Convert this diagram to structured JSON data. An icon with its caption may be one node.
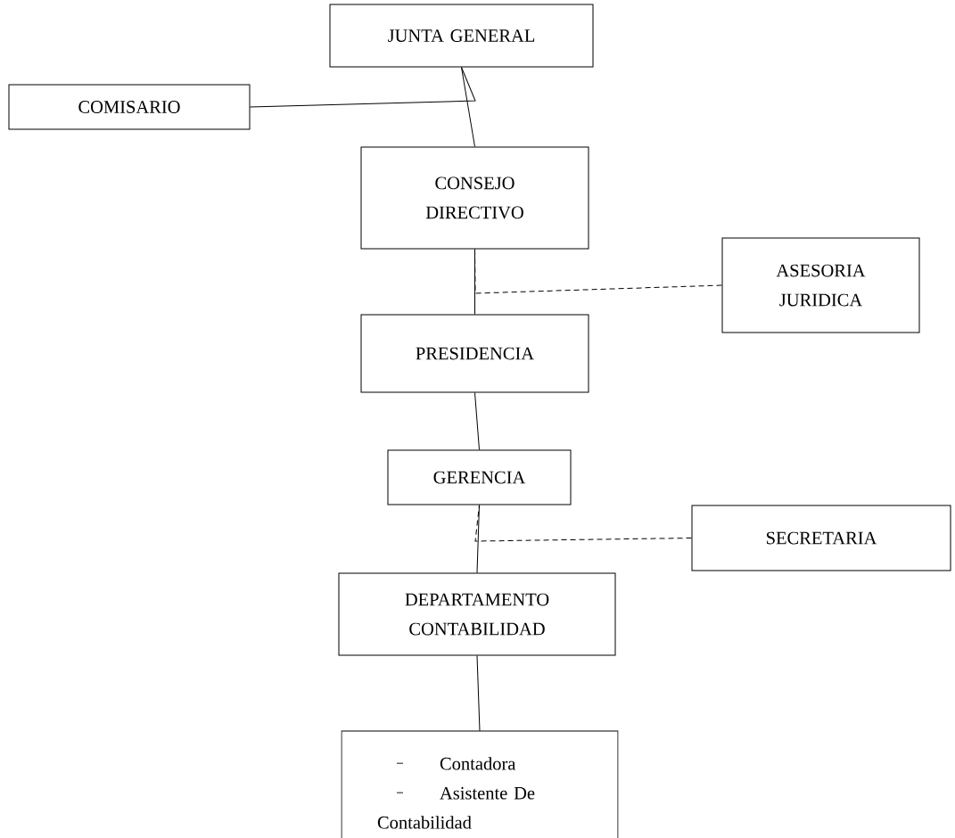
{
  "diagram": {
    "nodes": [
      {
        "text": [
          "JUNTA GENERAL"
        ]
      },
      {
        "text": [
          "COMISARIO"
        ]
      },
      {
        "text": [
          "CONSEJO DIRECTIVO"
        ]
      },
      {
        "text": [
          "ASESORIA JURIDICA"
        ]
      },
      {
        "text": [
          "PRESIDENCIA"
        ]
      },
      {
        "text": [
          "GERENCIA"
        ]
      },
      {
        "text": [
          "SECRETARIA"
        ]
      },
      {
        "text": [
          "DEPARTAMENTO CONTABILIDAD"
        ]
      },
      {
        "text": [
          "Contadora",
          "Asistente De Contabilidad"
        ]
      }
    ],
    "edges": [
      {
        "from": 0,
        "to": 2,
        "arrow": "none"
      },
      {
        "from": 1,
        "to": 0,
        "arrow": "none"
      },
      {
        "from": 2,
        "to": 4,
        "arrow": "none"
      },
      {
        "from": 3,
        "to": 2,
        "arrow": "none",
        "style": "dashed"
      },
      {
        "from": 4,
        "to": 5,
        "arrow": "none"
      },
      {
        "from": 5,
        "to": 7,
        "arrow": "none"
      },
      {
        "from": 6,
        "to": 5,
        "arrow": "none",
        "style": "dashed"
      },
      {
        "from": 7,
        "to": 8,
        "arrow": "none"
      }
    ]
  }
}
